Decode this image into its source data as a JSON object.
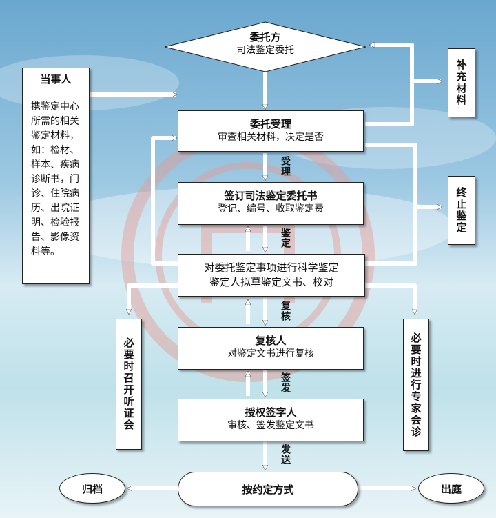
{
  "colors": {
    "sky": "#7fb6d6",
    "sea": "#cfe6ef",
    "watermark": "#e7a9a3",
    "arrow": "#ffffff"
  },
  "client": {
    "title": "委托方",
    "subtitle": "司法鉴定委托"
  },
  "party": {
    "title": "当事人",
    "body": "携鉴定中心所需的相关鉴定材料，如：检材、样本、疾病诊断书，门诊、住院病历、出院证明、检验报告、影像资料等。"
  },
  "supplement": {
    "label": "补充材料"
  },
  "terminate": {
    "label": "终止鉴定"
  },
  "steps": [
    {
      "title": "委托受理",
      "subtitle": "审查相关材料，决定是否"
    },
    {
      "title": "签订司法鉴定委托书",
      "subtitle": "登记、编号、收取鉴定费"
    },
    {
      "title": "对委托鉴定事项进行科学鉴定",
      "subtitle": "鉴定人拟草鉴定文书、校对"
    },
    {
      "title": "复核人",
      "subtitle": "对鉴定文书进行复核"
    },
    {
      "title": "授权签字人",
      "subtitle": "审核、签发鉴定文书"
    }
  ],
  "flow_labels": {
    "accept": "受理",
    "appraise": "鉴定",
    "review": "复核",
    "issue": "签发",
    "send": "发送"
  },
  "hearing": {
    "label": "必要时召开听证会"
  },
  "expert": {
    "label": "必要时进行专家会诊"
  },
  "delivery": {
    "label": "按约定方式"
  },
  "archive": {
    "label": "归档"
  },
  "court": {
    "label": "出庭"
  }
}
